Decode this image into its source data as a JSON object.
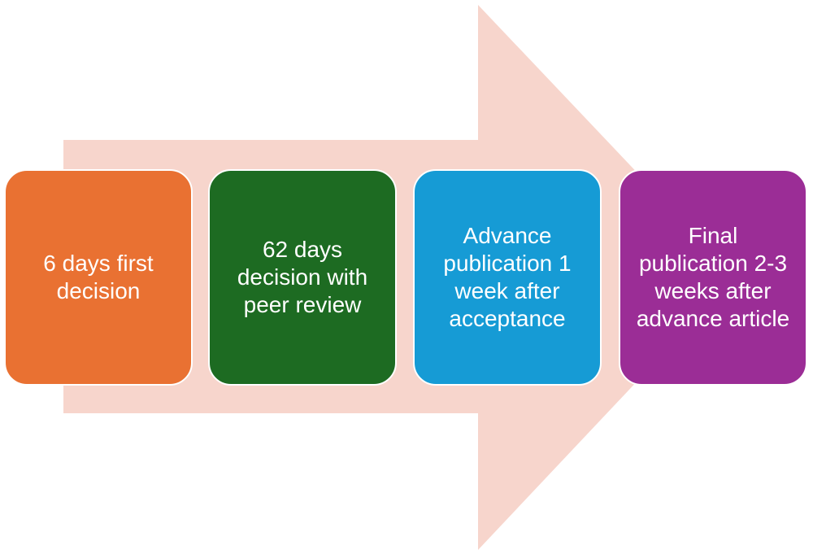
{
  "arrow_color": "#f7d5cc",
  "steps": [
    {
      "label": "6 days first decision",
      "color": "#e97132"
    },
    {
      "label": "62 days decision with peer review",
      "color": "#1d6b22"
    },
    {
      "label": "Advance publication 1 week after acceptance",
      "color": "#169bd5"
    },
    {
      "label": "Final publication 2-3 weeks after advance article",
      "color": "#9b2d96"
    }
  ]
}
